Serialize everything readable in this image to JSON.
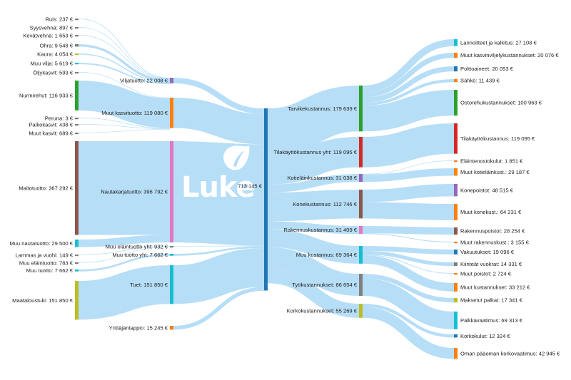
{
  "chart_data": {
    "type": "sankey",
    "center_label": "713 145 €",
    "colors": {
      "link": "#b3dcf7",
      "center": "#1f77b4",
      "green": "#2ca02c",
      "purple": "#9467bd",
      "orange": "#ff7f0e",
      "brown": "#8c564b",
      "pink": "#e377c2",
      "cyan": "#17becf",
      "red": "#d62728",
      "olive": "#bcbd22",
      "gray": "#7f7f7f",
      "blue": "#1f77b4"
    },
    "nodes": [
      {
        "id": "ruis",
        "label": "Ruis: 237 €"
      },
      {
        "id": "syysvehna",
        "label": "Syysvehnä: 897 €"
      },
      {
        "id": "kevatvehna",
        "label": "Kevätvehnä: 1 653 €"
      },
      {
        "id": "ohra",
        "label": "Ohra: 9 548 €"
      },
      {
        "id": "kaura",
        "label": "Kaura: 4 054 €"
      },
      {
        "id": "muuvilja",
        "label": "Muu vilja: 5 619 €"
      },
      {
        "id": "oljykasvit",
        "label": "Öljykasvit: 593 €"
      },
      {
        "id": "nurmirehut",
        "label": "Nurmirehut: 116 933 €"
      },
      {
        "id": "peruna",
        "label": "Peruna: 3 €"
      },
      {
        "id": "palkokasvit",
        "label": "Palkokasvit: 438 €"
      },
      {
        "id": "muukasvit",
        "label": "Muut kasvit: 689 €"
      },
      {
        "id": "maitotuotto",
        "label": "Maitotuotto: 367 292 €"
      },
      {
        "id": "muunautatuotto",
        "label": "Muu nautatuotto: 29 500 €"
      },
      {
        "id": "lammas",
        "label": "Lammas ja vuohi: 149 €"
      },
      {
        "id": "muuelain",
        "label": "Muu eläintuotto: 783 €"
      },
      {
        "id": "muutuotto",
        "label": "Muu tuotto: 7 662 €"
      },
      {
        "id": "maataloustuki",
        "label": "Maataloustuki: 151 850 €"
      },
      {
        "id": "viljatuotto",
        "label": "Viljatuotto: 22 008 €"
      },
      {
        "id": "muutkasvituotto",
        "label": "Muut kasvituotto: 119 080 €"
      },
      {
        "id": "nautakarja",
        "label": "Nautakarjatuotto: 396 792 €"
      },
      {
        "id": "muuelainyht",
        "label": "Muu eläintuotto yht: 932 €"
      },
      {
        "id": "muutuottoyht",
        "label": "Muu tuotto yht: 7 662 €"
      },
      {
        "id": "tuet",
        "label": "Tuet: 151 850 €"
      },
      {
        "id": "yrittajantappio",
        "label": "Yrittäjäntappio: 15 245 €"
      },
      {
        "id": "total",
        "label": "713 145 €"
      },
      {
        "id": "tarvike",
        "label": "Tarvikekustannus: 179 639 €"
      },
      {
        "id": "tilakayttoyht",
        "label": "Tilakäyttökustannus yht: 119 095 €"
      },
      {
        "id": "kotielain",
        "label": "Kotieläinkustannus: 31 038 €"
      },
      {
        "id": "konekust",
        "label": "Konekustannus: 112 746 €"
      },
      {
        "id": "rakennus",
        "label": "Rakennuskustannus: 31 409 €"
      },
      {
        "id": "muukust",
        "label": "Muu kustannus: 69 364 €"
      },
      {
        "id": "tyokust",
        "label": "Työkustannukset: 86 654 €"
      },
      {
        "id": "korkokust",
        "label": "Korkokustannukset: 55 269 €"
      },
      {
        "id": "lannoitteet",
        "label": "Lannoitteet ja kalkitus: 27 108 €"
      },
      {
        "id": "muutkasvinviljely",
        "label": "Muut kasvinviljelykustannukset: 20 076 €"
      },
      {
        "id": "polttoaineet",
        "label": "Polttoaineet: 20 053 €"
      },
      {
        "id": "sahko",
        "label": "Sähkö: 11 439 €"
      },
      {
        "id": "ostorehu",
        "label": "Ostorehukustannukset: 100 963 €"
      },
      {
        "id": "tilakaytto",
        "label": "Tilakäyttökustannus: 119 095 €"
      },
      {
        "id": "elaintenosto",
        "label": "Eläintenostokulut: 1 851 €"
      },
      {
        "id": "muutkotielain",
        "label": "Muut kotieläinkust.: 29 187 €"
      },
      {
        "id": "konepoistot",
        "label": "Konepoistot: 48 515 €"
      },
      {
        "id": "muutkonekust",
        "label": "Muut konekust.: 64 231 €"
      },
      {
        "id": "rakennuspoistot",
        "label": "Rakennuspoistot: 28 254 €"
      },
      {
        "id": "muutrakennus",
        "label": "Muut rakennuskust.: 3 155 €"
      },
      {
        "id": "vakuutukset",
        "label": "Vakuutukset: 19 096 €"
      },
      {
        "id": "kiinteat",
        "label": "Kiinteät vuokrat: 14 331 €"
      },
      {
        "id": "muutpoistot",
        "label": "Muut poistot: 2 724 €"
      },
      {
        "id": "muutkustannukset",
        "label": "Muut kustannukset: 33 212 €"
      },
      {
        "id": "maksetut",
        "label": "Maksetut palkat: 17 341 €"
      },
      {
        "id": "palkkavaatimus",
        "label": "Palkkavaatimus: 69 313 €"
      },
      {
        "id": "korkokulut",
        "label": "Korkokulut: 12 324 €"
      },
      {
        "id": "omanpaaoman",
        "label": "Oman pääoman korkovaatimus: 42 945 €"
      }
    ],
    "links": [
      {
        "source": "ruis",
        "target": "viljatuotto",
        "value": 237
      },
      {
        "source": "syysvehna",
        "target": "viljatuotto",
        "value": 897
      },
      {
        "source": "kevatvehna",
        "target": "viljatuotto",
        "value": 1653
      },
      {
        "source": "ohra",
        "target": "viljatuotto",
        "value": 9548
      },
      {
        "source": "kaura",
        "target": "viljatuotto",
        "value": 4054
      },
      {
        "source": "muuvilja",
        "target": "viljatuotto",
        "value": 5619
      },
      {
        "source": "oljykasvit",
        "target": "muutkasvituotto",
        "value": 593
      },
      {
        "source": "nurmirehut",
        "target": "muutkasvituotto",
        "value": 116933
      },
      {
        "source": "peruna",
        "target": "muutkasvituotto",
        "value": 3
      },
      {
        "source": "palkokasvit",
        "target": "muutkasvituotto",
        "value": 438
      },
      {
        "source": "muukasvit",
        "target": "muutkasvituotto",
        "value": 689
      },
      {
        "source": "maitotuotto",
        "target": "nautakarja",
        "value": 367292
      },
      {
        "source": "muunautatuotto",
        "target": "nautakarja",
        "value": 29500
      },
      {
        "source": "lammas",
        "target": "muuelainyht",
        "value": 149
      },
      {
        "source": "muuelain",
        "target": "muuelainyht",
        "value": 783
      },
      {
        "source": "muutuotto",
        "target": "muutuottoyht",
        "value": 7662
      },
      {
        "source": "maataloustuki",
        "target": "tuet",
        "value": 151850
      },
      {
        "source": "viljatuotto",
        "target": "total",
        "value": 22008
      },
      {
        "source": "muutkasvituotto",
        "target": "total",
        "value": 119080
      },
      {
        "source": "nautakarja",
        "target": "total",
        "value": 396792
      },
      {
        "source": "muuelainyht",
        "target": "total",
        "value": 932
      },
      {
        "source": "muutuottoyht",
        "target": "total",
        "value": 7662
      },
      {
        "source": "tuet",
        "target": "total",
        "value": 151850
      },
      {
        "source": "yrittajantappio",
        "target": "total",
        "value": 15245
      },
      {
        "source": "total",
        "target": "tarvike",
        "value": 179639
      },
      {
        "source": "total",
        "target": "tilakayttoyht",
        "value": 119095
      },
      {
        "source": "total",
        "target": "kotielain",
        "value": 31038
      },
      {
        "source": "total",
        "target": "konekust",
        "value": 112746
      },
      {
        "source": "total",
        "target": "rakennus",
        "value": 31409
      },
      {
        "source": "total",
        "target": "muukust",
        "value": 69364
      },
      {
        "source": "total",
        "target": "tyokust",
        "value": 86654
      },
      {
        "source": "total",
        "target": "korkokust",
        "value": 55269
      },
      {
        "source": "tarvike",
        "target": "lannoitteet",
        "value": 27108
      },
      {
        "source": "tarvike",
        "target": "muutkasvinviljely",
        "value": 20076
      },
      {
        "source": "tarvike",
        "target": "polttoaineet",
        "value": 20053
      },
      {
        "source": "tarvike",
        "target": "sahko",
        "value": 11439
      },
      {
        "source": "tarvike",
        "target": "ostorehu",
        "value": 100963
      },
      {
        "source": "tilakayttoyht",
        "target": "tilakaytto",
        "value": 119095
      },
      {
        "source": "kotielain",
        "target": "elaintenosto",
        "value": 1851
      },
      {
        "source": "kotielain",
        "target": "muutkotielain",
        "value": 29187
      },
      {
        "source": "konekust",
        "target": "konepoistot",
        "value": 48515
      },
      {
        "source": "konekust",
        "target": "muutkonekust",
        "value": 64231
      },
      {
        "source": "rakennus",
        "target": "rakennuspoistot",
        "value": 28254
      },
      {
        "source": "rakennus",
        "target": "muutrakennus",
        "value": 3155
      },
      {
        "source": "muukust",
        "target": "vakuutukset",
        "value": 19096
      },
      {
        "source": "muukust",
        "target": "kiinteat",
        "value": 14331
      },
      {
        "source": "muukust",
        "target": "muutpoistot",
        "value": 2724
      },
      {
        "source": "muukust",
        "target": "muutkustannukset",
        "value": 33212
      },
      {
        "source": "tyokust",
        "target": "maksetut",
        "value": 17341
      },
      {
        "source": "tyokust",
        "target": "palkkavaatimus",
        "value": 69313
      },
      {
        "source": "korkokust",
        "target": "korkokulut",
        "value": 12324
      },
      {
        "source": "korkokust",
        "target": "omanpaaoman",
        "value": 42945
      }
    ]
  },
  "logo": {
    "text": "Luke",
    "leaf_icon": "leaf-icon"
  }
}
